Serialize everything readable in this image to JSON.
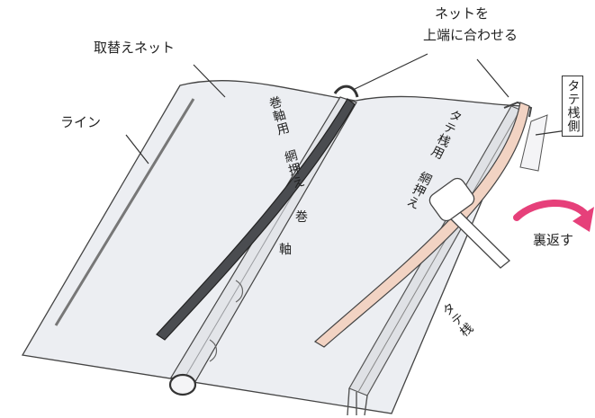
{
  "labels": {
    "replacement_net": "取替えネット",
    "line": "ライン",
    "net_align_line1": "ネットを",
    "net_align_line2": "上端に合わせる",
    "vertical_frame_side": "タテ桟側",
    "turn_over": "裏返す",
    "roller_net_holder": "巻軸用 網押え",
    "roller_axis_1": "巻",
    "roller_axis_2": "軸",
    "frame_net_holder": "タテ桟用 網押え",
    "vertical_frame": "タテ桟"
  },
  "colors": {
    "net_fill": "#eceef2",
    "outline": "#444444",
    "dark_holder": "#4a4c50",
    "pink_holder": "#f2d3c3",
    "arrow": "#e6407a"
  }
}
